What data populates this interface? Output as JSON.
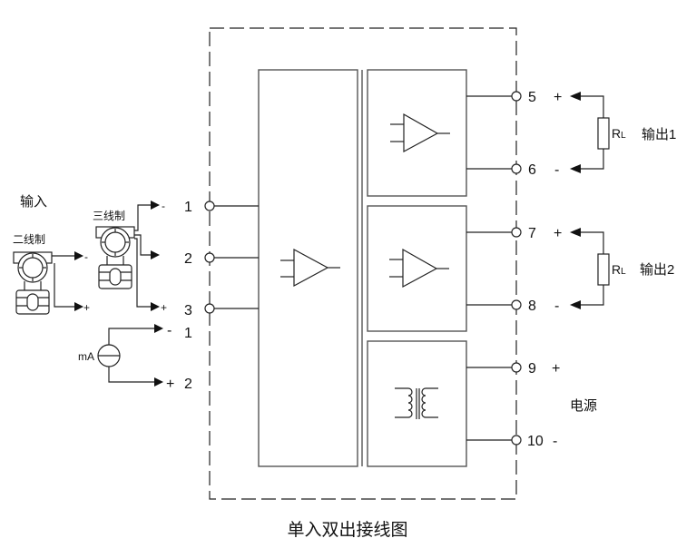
{
  "diagram": {
    "title": "单入双出接线图",
    "input": {
      "label": "输入",
      "two_wire": {
        "label": "二线制",
        "minus": "-",
        "plus": "+"
      },
      "three_wire": {
        "label": "三线制",
        "minus": "-",
        "plus": "+"
      },
      "current_source": {
        "label": "mA",
        "minus": "-",
        "plus": "+",
        "minus_terminal": "1",
        "plus_terminal": "2"
      },
      "terminals": [
        "1",
        "2",
        "3"
      ]
    },
    "outputs": [
      {
        "label": "输出1",
        "load": "R",
        "load_sub": "L",
        "terminals": [
          {
            "num": "5",
            "sign": "+"
          },
          {
            "num": "6",
            "sign": "-"
          }
        ]
      },
      {
        "label": "输出2",
        "load": "R",
        "load_sub": "L",
        "terminals": [
          {
            "num": "7",
            "sign": "+"
          },
          {
            "num": "8",
            "sign": "-"
          }
        ]
      }
    ],
    "power": {
      "label": "电源",
      "terminals": [
        {
          "num": "9",
          "sign": "+"
        },
        {
          "num": "10",
          "sign": "-"
        }
      ]
    }
  }
}
